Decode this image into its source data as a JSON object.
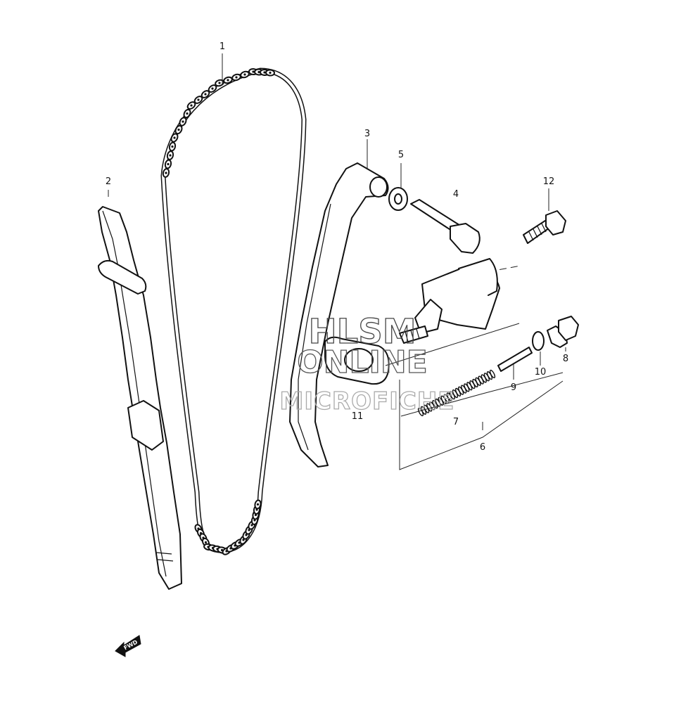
{
  "callouts": {
    "c1": "1",
    "c2": "2",
    "c3": "3",
    "c4": "4",
    "c5": "5",
    "c6": "6",
    "c7": "7",
    "c8": "8",
    "c9": "9",
    "c10": "10",
    "c11": "11",
    "c12": "12"
  },
  "watermark": {
    "line1": "HLSM",
    "line2": "ONLINE",
    "line3": "MICROFICHE"
  },
  "fwd_label": "FWD"
}
